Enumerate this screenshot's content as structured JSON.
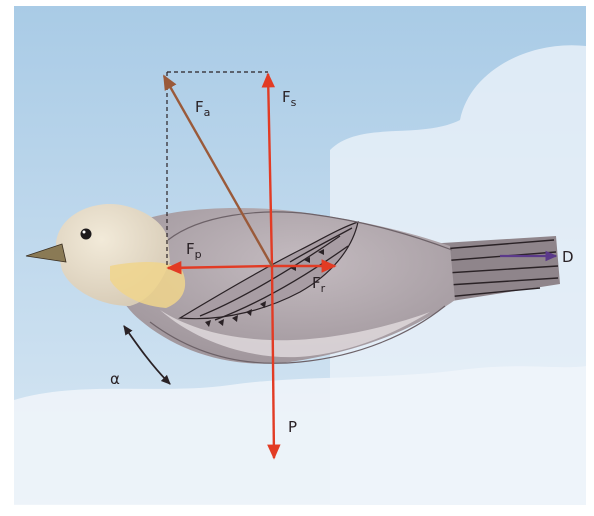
{
  "colors": {
    "sky_top": "#a9cbe6",
    "sky_bottom": "#d9e8f4",
    "cloud": "#eef4fa",
    "force_red": "#e23b24",
    "resultant_brown": "#9a5a3a",
    "drag_purple": "#5b3a8a",
    "bird_body": "#b4aab0",
    "bird_belly": "#d8d2d4",
    "bird_head": "#e6dccb",
    "throat_yellow": "#f0d58c",
    "dark_line": "#2a2226"
  },
  "labels": {
    "fa": {
      "main": "F",
      "sub": "a"
    },
    "fs": {
      "main": "F",
      "sub": "s"
    },
    "fp": {
      "main": "F",
      "sub": "p"
    },
    "fr": {
      "main": "F",
      "sub": "r"
    },
    "p": "P",
    "d": "D",
    "alpha": "α"
  },
  "icons": {
    "bird": "bird-illustration",
    "curved_arrow": "double-headed-curved-arrow"
  }
}
